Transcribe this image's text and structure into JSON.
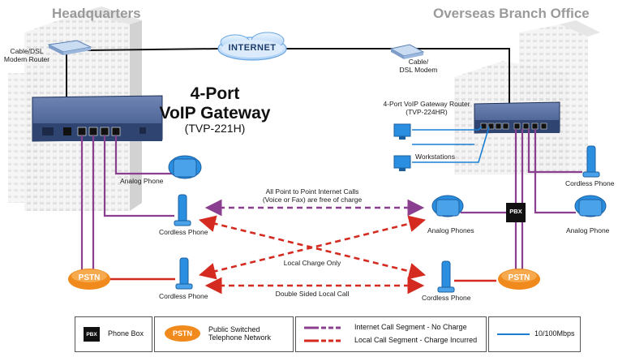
{
  "headers": {
    "headquarters": "Headquarters",
    "branch": "Overseas Branch Office"
  },
  "gateway": {
    "line1": "4-Port",
    "line2": "VoIP Gateway",
    "model": "(TVP-221H)"
  },
  "internet_label": "INTERNET",
  "labels": {
    "hq_modem": "Cable/DSL\nModem Router",
    "branch_modem": "Cable/\nDSL Modem",
    "branch_router": "4-Port VoIP Gateway Router\n(TVP-224HR)",
    "workstations": "Workstations",
    "hq_analog_phone": "Analog Phone",
    "hq_cordless_phone_1": "Cordless Phone",
    "hq_cordless_phone_2": "Cordless Phone",
    "branch_cordless_phone_top": "Cordless Phone",
    "branch_analog_phones": "Analog Phones",
    "branch_analog_phone": "Analog Phone",
    "branch_cordless_phone_bottom": "Cordless Phone",
    "free_calls": "All Point to Point Internet Calls\n(Voice or Fax) are free of charge",
    "local_charge": "Local Charge Only",
    "double_local": "Double Sided Local Call",
    "pstn_left": "PSTN",
    "pstn_right": "PSTN",
    "pbx": "PBX"
  },
  "legend": {
    "pbx_badge": "PBX",
    "phone_box": "Phone Box",
    "pstn_badge": "PSTN",
    "pstn_text": "Public Switched\nTelephone Network",
    "internet_segment": "Internet Call Segment - No Charge",
    "local_segment": "Local Call Segment - Charge Incurred",
    "ethernet": "10/100Mbps"
  },
  "colors": {
    "internet_call": "#8b3f8f",
    "local_call": "#d42a1f",
    "ethernet": "#1a7fd4",
    "pstn": "#f08a1c",
    "pbx": "#111111",
    "device": "#3d5a8c"
  }
}
